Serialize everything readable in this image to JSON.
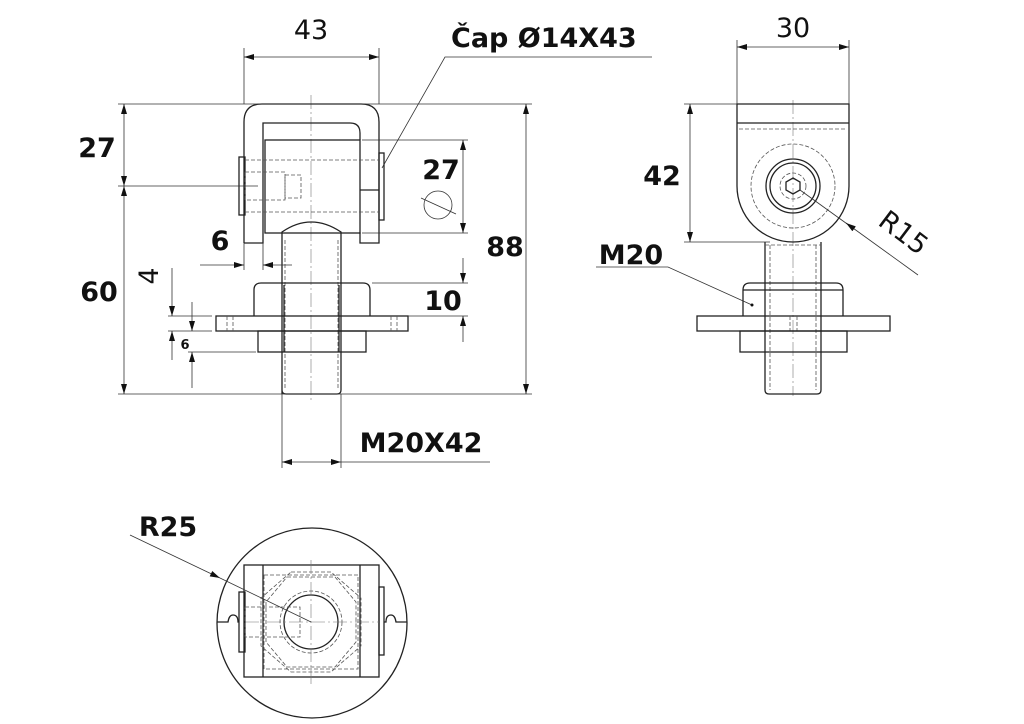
{
  "drawing": {
    "front_view": {
      "width_dim": "43",
      "cap_label": "Čap Ø14X43",
      "upper_height_dim": "27",
      "lower_height_dim": "60",
      "pin_dim": "27",
      "total_height_dim": "88",
      "gap_dim": "6",
      "washer_dim": "4",
      "nut_dim": "10",
      "small_dim": "6",
      "thread_dim": "M20X42"
    },
    "side_view": {
      "width_dim": "30",
      "height_dim": "42",
      "radius_dim": "R15",
      "thread_label": "M20"
    },
    "bottom_view": {
      "radius_dim": "R25"
    }
  }
}
